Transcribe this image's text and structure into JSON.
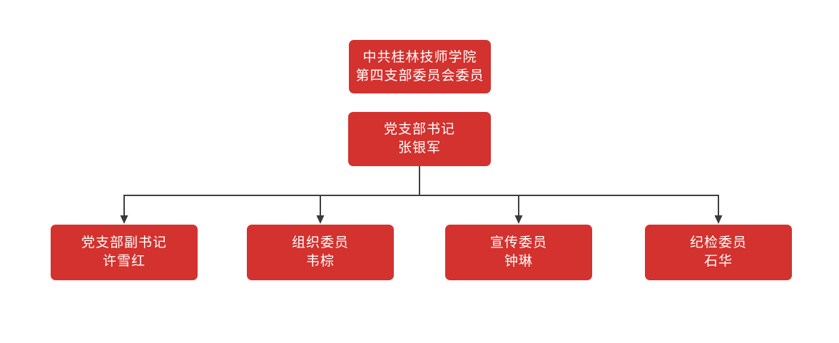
{
  "org_chart": {
    "colors": {
      "node_background": "#d3322e",
      "node_text": "#ffffff",
      "connector_line": "#3f3f3f",
      "arrowhead": "#3a3a3a",
      "page_background": "#ffffff"
    },
    "root": {
      "line1": "中共桂林技师学院",
      "line2": "第四支部委员会委员"
    },
    "secretary": {
      "title": "党支部书记",
      "name": "张银军"
    },
    "members": [
      {
        "title": "党支部副书记",
        "name": "许雪红"
      },
      {
        "title": "组织委员",
        "name": "韦棕"
      },
      {
        "title": "宣传委员",
        "name": "钟琳"
      },
      {
        "title": "纪检委员",
        "name": "石华"
      }
    ]
  }
}
